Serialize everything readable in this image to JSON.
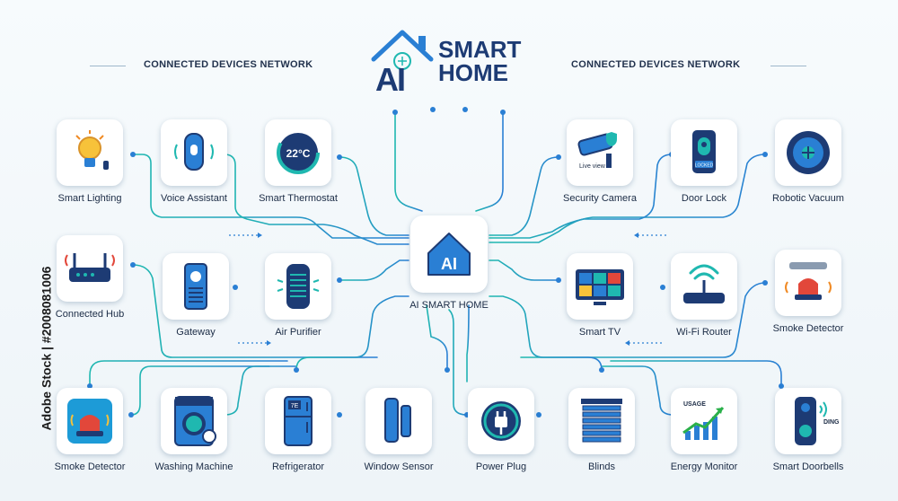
{
  "header": {
    "subtitle_left": "CONNECTED DEVICES NETWORK",
    "subtitle_right": "CONNECTED DEVICES NETWORK",
    "logo_mark": "AI",
    "logo_line1": "SMART",
    "logo_line2": "HOME"
  },
  "hub": {
    "icon_text": "AI",
    "label": "AI SMART HOME",
    "icon": "ai-house-icon"
  },
  "devices": {
    "smart_lighting": {
      "label": "Smart Lighting",
      "icon": "light-bulb-icon"
    },
    "voice_assistant": {
      "label": "Voice Assistant",
      "icon": "smart-speaker-icon"
    },
    "smart_thermostat": {
      "label": "Smart Thermostat",
      "icon": "thermostat-icon",
      "display": "22°C"
    },
    "security_camera": {
      "label": "Security Camera",
      "icon": "camera-icon",
      "badge": "Live view"
    },
    "door_lock": {
      "label": "Door Lock",
      "icon": "lock-icon",
      "badge": "LOCKED"
    },
    "robotic_vacuum": {
      "label": "Robotic Vacuum",
      "icon": "vacuum-icon"
    },
    "connected_hub": {
      "label": "Connected Hub",
      "icon": "router-hub-icon"
    },
    "gateway": {
      "label": "Gateway",
      "icon": "gateway-icon"
    },
    "air_purifier": {
      "label": "Air Purifier",
      "icon": "air-purifier-icon"
    },
    "smart_tv": {
      "label": "Smart TV",
      "icon": "tv-icon"
    },
    "wifi_router": {
      "label": "Wi-Fi Router",
      "icon": "wifi-router-icon"
    },
    "smoke_detector_right": {
      "label": "Smoke Detector",
      "icon": "smoke-alarm-icon"
    },
    "smoke_detector_left": {
      "label": "Smoke Detector",
      "icon": "alarm-siren-icon"
    },
    "washing_machine": {
      "label": "Washing Machine",
      "icon": "washing-machine-icon"
    },
    "refrigerator": {
      "label": "Refrigerator",
      "icon": "refrigerator-icon",
      "display": "7E"
    },
    "window_sensor": {
      "label": "Window Sensor",
      "icon": "window-sensor-icon"
    },
    "power_plug": {
      "label": "Power Plug",
      "icon": "power-plug-icon"
    },
    "blinds": {
      "label": "Blinds",
      "icon": "blinds-icon"
    },
    "energy_monitor": {
      "label": "Energy Monitor",
      "icon": "energy-chart-icon",
      "badge": "USAGE"
    },
    "smart_doorbells": {
      "label": "Smart Doorbells",
      "icon": "doorbell-icon",
      "badge": "DING"
    }
  },
  "watermark": "Adobe Stock | #2008081006",
  "colors": {
    "navy": "#1d3b74",
    "blue": "#2a7fd4",
    "teal": "#1fb8b0",
    "orange": "#f08a24",
    "red": "#e2473a"
  }
}
